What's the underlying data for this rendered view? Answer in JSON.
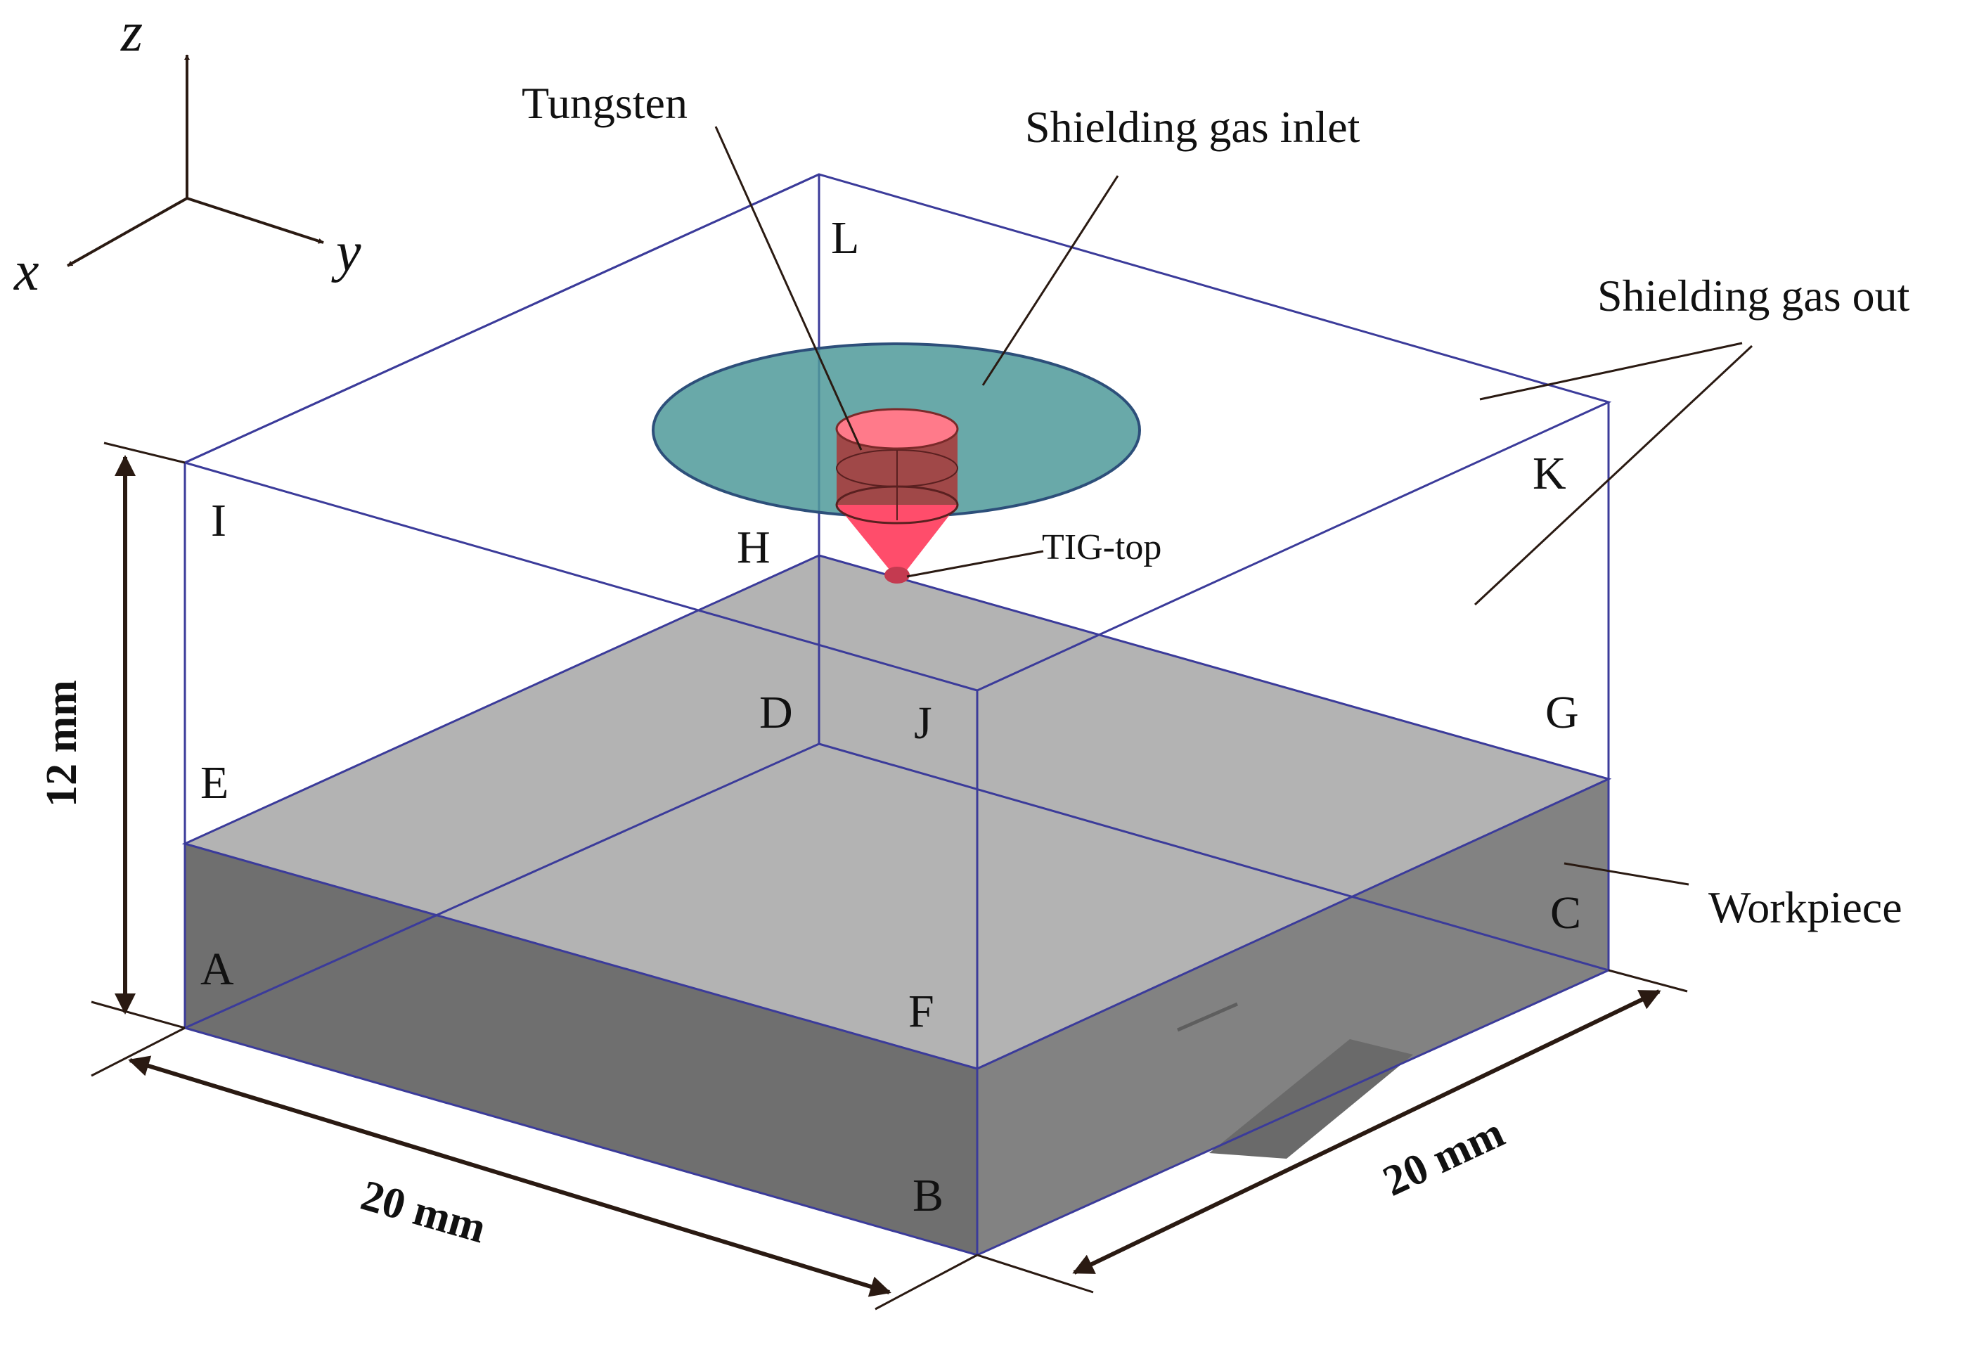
{
  "axes": {
    "x": "x",
    "y": "y",
    "z": "z"
  },
  "vertices": {
    "a": "A",
    "b": "B",
    "c": "C",
    "d": "D",
    "e": "E",
    "f": "F",
    "g": "G",
    "h": "H",
    "i": "I",
    "j": "J",
    "k": "K",
    "l": "L"
  },
  "annotations": {
    "tungsten": "Tungsten",
    "inlet": "Shielding gas inlet",
    "outlet": "Shielding gas out",
    "tig_top": "TIG-top",
    "workpiece": "Workpiece"
  },
  "dimensions": {
    "height": "12 mm",
    "length": "20 mm",
    "width": "20 mm"
  },
  "colors": {
    "workpiece_top": "#b3b3b3",
    "workpiece_front": "#6f6f6f",
    "workpiece_side": "#828282",
    "edge": "#3b3b9a",
    "inlet_disk": "#4f9a9a",
    "electrode": "#a04848",
    "tip": "#ff4d6b",
    "dim_line": "#2a1a12"
  }
}
